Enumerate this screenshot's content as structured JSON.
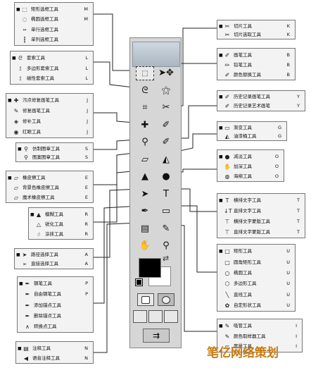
{
  "groups": [
    {
      "id": "marquee",
      "items": [
        {
          "selected": true,
          "icon": "rect-marquee-icon",
          "label": "矩形选框工具",
          "key": "M"
        },
        {
          "icon": "ellipse-marquee-icon",
          "label": "椭圆选框工具",
          "key": "M"
        },
        {
          "icon": "single-row-marquee-icon",
          "label": "单行选框工具",
          "key": ""
        },
        {
          "icon": "single-col-marquee-icon",
          "label": "单列选框工具",
          "key": ""
        }
      ]
    },
    {
      "id": "lasso",
      "items": [
        {
          "selected": true,
          "icon": "lasso-icon",
          "label": "套索工具",
          "key": "L"
        },
        {
          "icon": "polygon-lasso-icon",
          "label": "多边形套索工具",
          "key": "L"
        },
        {
          "icon": "magnetic-lasso-icon",
          "label": "磁性套索工具",
          "key": "L"
        }
      ]
    },
    {
      "id": "healing",
      "items": [
        {
          "selected": true,
          "icon": "spot-healing-icon",
          "label": "污点修复画笔工具",
          "key": "J"
        },
        {
          "icon": "healing-brush-icon",
          "label": "修复画笔工具",
          "key": "J"
        },
        {
          "icon": "patch-icon",
          "label": "修补工具",
          "key": "J"
        },
        {
          "icon": "red-eye-icon",
          "label": "红眼工具",
          "key": "J"
        }
      ]
    },
    {
      "id": "stamp",
      "items": [
        {
          "selected": true,
          "icon": "clone-stamp-icon",
          "label": "仿制图章工具",
          "key": "S"
        },
        {
          "icon": "pattern-stamp-icon",
          "label": "图案图章工具",
          "key": "S"
        }
      ]
    },
    {
      "id": "eraser",
      "items": [
        {
          "selected": true,
          "icon": "eraser-icon",
          "label": "橡皮擦工具",
          "key": "E"
        },
        {
          "icon": "bg-eraser-icon",
          "label": "背景色橡皮擦工具",
          "key": "E"
        },
        {
          "icon": "magic-eraser-icon",
          "label": "魔术橡皮擦工具",
          "key": "E"
        }
      ]
    },
    {
      "id": "blur",
      "items": [
        {
          "selected": true,
          "icon": "blur-icon",
          "label": "模糊工具",
          "key": "R"
        },
        {
          "icon": "sharpen-icon",
          "label": "锐化工具",
          "key": "R"
        },
        {
          "icon": "smudge-icon",
          "label": "涂抹工具",
          "key": "R"
        }
      ]
    },
    {
      "id": "path-select",
      "items": [
        {
          "selected": true,
          "icon": "path-select-icon",
          "label": "路径选择工具",
          "key": "A"
        },
        {
          "icon": "direct-select-icon",
          "label": "直接选择工具",
          "key": "A"
        }
      ]
    },
    {
      "id": "pen",
      "items": [
        {
          "selected": true,
          "icon": "pen-icon",
          "label": "钢笔工具",
          "key": "P"
        },
        {
          "icon": "freeform-pen-icon",
          "label": "自由钢笔工具",
          "key": "P"
        },
        {
          "icon": "add-anchor-icon",
          "label": "添加锚点工具",
          "key": ""
        },
        {
          "icon": "delete-anchor-icon",
          "label": "删除锚点工具",
          "key": ""
        },
        {
          "icon": "convert-point-icon",
          "label": "转换点工具",
          "key": ""
        }
      ]
    },
    {
      "id": "notes",
      "items": [
        {
          "selected": true,
          "icon": "notes-icon",
          "label": "注释工具",
          "key": "N"
        },
        {
          "icon": "audio-note-icon",
          "label": "语音注释工具",
          "key": "N"
        }
      ]
    },
    {
      "id": "slice",
      "items": [
        {
          "selected": true,
          "icon": "slice-icon",
          "label": "切片工具",
          "key": "K"
        },
        {
          "icon": "slice-select-icon",
          "label": "切片选取工具",
          "key": "K"
        }
      ]
    },
    {
      "id": "brush",
      "items": [
        {
          "selected": true,
          "icon": "brush-icon",
          "label": "画笔工具",
          "key": "B"
        },
        {
          "icon": "pencil-icon",
          "label": "铅笔工具",
          "key": "B"
        },
        {
          "icon": "color-replace-icon",
          "label": "颜色替换工具",
          "key": "B"
        }
      ]
    },
    {
      "id": "history",
      "items": [
        {
          "selected": true,
          "icon": "history-brush-icon",
          "label": "历史记录画笔工具",
          "key": "Y"
        },
        {
          "icon": "art-history-icon",
          "label": "历史记录艺术画笔",
          "key": "Y"
        }
      ]
    },
    {
      "id": "fill",
      "items": [
        {
          "selected": true,
          "icon": "gradient-icon",
          "label": "渐变工具",
          "key": "G"
        },
        {
          "icon": "paint-bucket-icon",
          "label": "油漆桶工具",
          "key": "G"
        }
      ]
    },
    {
      "id": "dodge",
      "items": [
        {
          "selected": true,
          "icon": "dodge-icon",
          "label": "减淡工具",
          "key": "O"
        },
        {
          "icon": "burn-icon",
          "label": "加深工具",
          "key": "O"
        },
        {
          "icon": "sponge-icon",
          "label": "海绵工具",
          "key": "O"
        }
      ]
    },
    {
      "id": "type",
      "items": [
        {
          "selected": true,
          "icon": "h-type-icon",
          "label": "横排文字工具",
          "key": "T"
        },
        {
          "icon": "v-type-icon",
          "label": "直排文字工具",
          "key": "T"
        },
        {
          "icon": "h-type-mask-icon",
          "label": "横排文字蒙版工具",
          "key": "T"
        },
        {
          "icon": "v-type-mask-icon",
          "label": "直排文字蒙版工具",
          "key": "T"
        }
      ]
    },
    {
      "id": "shape",
      "items": [
        {
          "selected": true,
          "icon": "rect-shape-icon",
          "label": "矩形工具",
          "key": "U"
        },
        {
          "icon": "rounded-rect-icon",
          "label": "圆角矩形工具",
          "key": "U"
        },
        {
          "icon": "ellipse-shape-icon",
          "label": "椭圆工具",
          "key": "U"
        },
        {
          "icon": "polygon-shape-icon",
          "label": "多边形工具",
          "key": "U"
        },
        {
          "icon": "line-shape-icon",
          "label": "直线工具",
          "key": "U"
        },
        {
          "icon": "custom-shape-icon",
          "label": "自定形状工具",
          "key": "U"
        }
      ]
    },
    {
      "id": "eyedropper",
      "items": [
        {
          "selected": true,
          "icon": "eyedropper-icon",
          "label": "吸管工具",
          "key": "I"
        },
        {
          "icon": "color-sampler-icon",
          "label": "颜色取样器工具",
          "key": "I"
        },
        {
          "icon": "measure-icon",
          "label": "度量工具",
          "key": "I"
        }
      ]
    }
  ],
  "icons": {
    "rect-marquee-icon": "⬚",
    "ellipse-marquee-icon": "◌",
    "single-row-marquee-icon": "┅",
    "single-col-marquee-icon": "┇",
    "lasso-icon": "ᘓ",
    "polygon-lasso-icon": "⟟",
    "magnetic-lasso-icon": "⟟",
    "spot-healing-icon": "✚",
    "healing-brush-icon": "✎",
    "patch-icon": "◈",
    "red-eye-icon": "◉",
    "clone-stamp-icon": "⚲",
    "pattern-stamp-icon": "⚲",
    "eraser-icon": "▱",
    "bg-eraser-icon": "▱",
    "magic-eraser-icon": "▱",
    "blur-icon": "▲",
    "sharpen-icon": "△",
    "smudge-icon": "☝",
    "path-select-icon": "➤",
    "direct-select-icon": "➢",
    "pen-icon": "✒",
    "freeform-pen-icon": "✒",
    "add-anchor-icon": "✒",
    "delete-anchor-icon": "✒",
    "convert-point-icon": "∧",
    "notes-icon": "▤",
    "audio-note-icon": "◀",
    "slice-icon": "✂",
    "slice-select-icon": "✂",
    "brush-icon": "✐",
    "pencil-icon": "✏",
    "color-replace-icon": "✐",
    "history-brush-icon": "✐",
    "art-history-icon": "✐",
    "gradient-icon": "▭",
    "paint-bucket-icon": "◭",
    "dodge-icon": "●",
    "burn-icon": "✋",
    "sponge-icon": "◍",
    "h-type-icon": "T",
    "v-type-icon": "↓T",
    "h-type-mask-icon": "⊤",
    "v-type-mask-icon": "⊤",
    "rect-shape-icon": "□",
    "rounded-rect-icon": "▢",
    "ellipse-shape-icon": "○",
    "polygon-shape-icon": "⬡",
    "line-shape-icon": "╲",
    "custom-shape-icon": "✿",
    "eyedropper-icon": "✎",
    "color-sampler-icon": "✎",
    "measure-icon": "⌐"
  },
  "toolbox": {
    "tools": [
      {
        "name": "toolbox-marquee-icon",
        "glyph": "⬚"
      },
      {
        "name": "toolbox-move-icon",
        "glyph": "➤✥"
      },
      {
        "name": "toolbox-lasso-icon",
        "glyph": "ᘓ"
      },
      {
        "name": "toolbox-magic-wand-icon",
        "glyph": "⚝"
      },
      {
        "name": "toolbox-crop-icon",
        "glyph": "⌗"
      },
      {
        "name": "toolbox-slice-icon",
        "glyph": "✂"
      },
      {
        "name": "toolbox-healing-icon",
        "glyph": "✚"
      },
      {
        "name": "toolbox-brush-icon",
        "glyph": "✐"
      },
      {
        "name": "toolbox-stamp-icon",
        "glyph": "⚲"
      },
      {
        "name": "toolbox-history-brush-icon",
        "glyph": "✐"
      },
      {
        "name": "toolbox-eraser-icon",
        "glyph": "▱"
      },
      {
        "name": "toolbox-bucket-icon",
        "glyph": "◭"
      },
      {
        "name": "toolbox-blur-icon",
        "glyph": "▲"
      },
      {
        "name": "toolbox-dodge-icon",
        "glyph": "●"
      },
      {
        "name": "toolbox-path-select-icon",
        "glyph": "➤"
      },
      {
        "name": "toolbox-type-icon",
        "glyph": "T"
      },
      {
        "name": "toolbox-pen-icon",
        "glyph": "✒"
      },
      {
        "name": "toolbox-shape-icon",
        "glyph": "▭"
      },
      {
        "name": "toolbox-notes-icon",
        "glyph": "▤"
      },
      {
        "name": "toolbox-eyedropper-icon",
        "glyph": "✎"
      },
      {
        "name": "toolbox-hand-icon",
        "glyph": "✋"
      },
      {
        "name": "toolbox-zoom-icon",
        "glyph": "⚲"
      }
    ],
    "swap_glyph": "⇄"
  },
  "watermark": "笔亿网络策划"
}
